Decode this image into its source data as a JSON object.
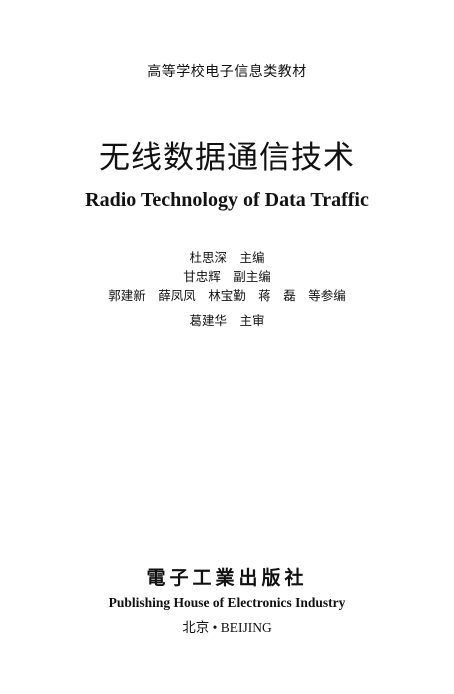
{
  "series": "高等学校电子信息类教材",
  "title_cn": "无线数据通信技术",
  "title_en": "Radio Technology of Data Traffic",
  "authors": {
    "line1": "杜思深　主编",
    "line2": "甘忠辉　副主编",
    "line3": "郭建新　薛凤凤　林宝勤　蒋　磊　等参编",
    "line4": "葛建华　主审"
  },
  "publisher": {
    "name_cn": "電子工業出版社",
    "name_en": "Publishing House of Electronics Industry",
    "city": "北京 • BEIJING"
  }
}
